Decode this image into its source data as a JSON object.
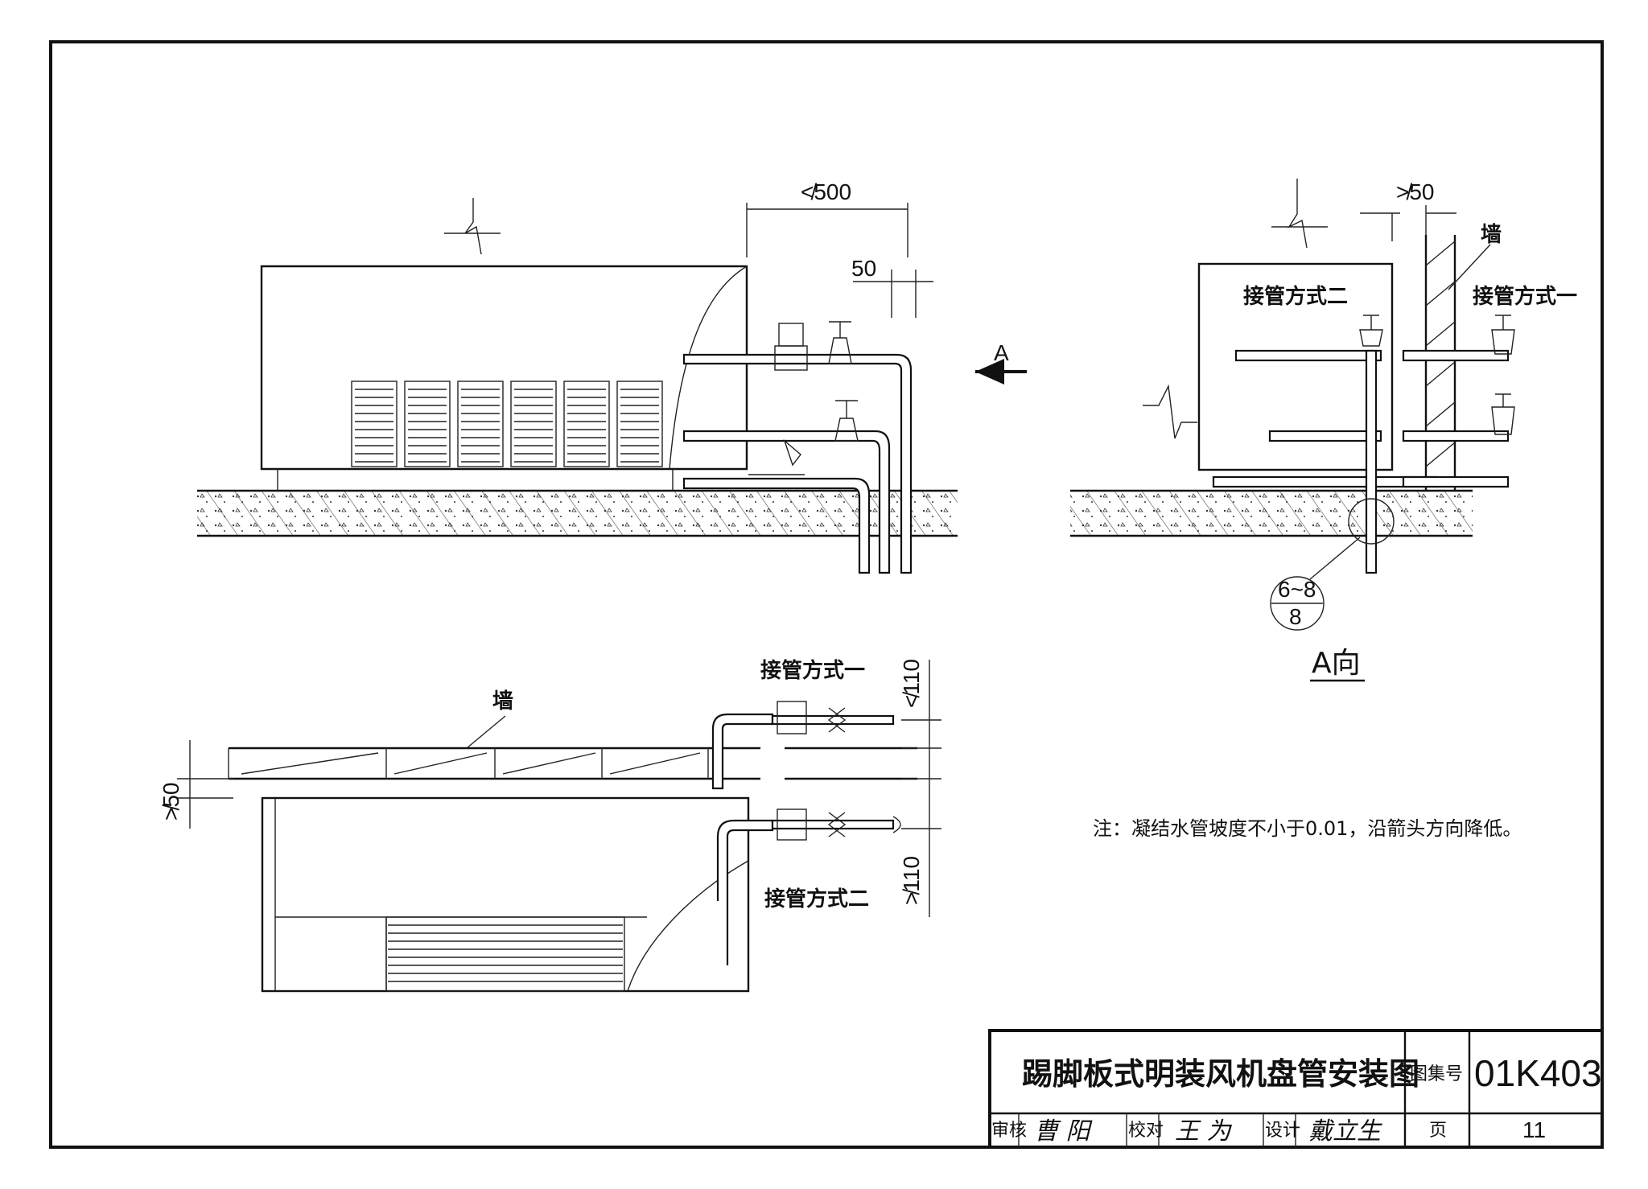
{
  "views": {
    "elevation": {
      "dim_max_500": "≮500",
      "dim_50": "50",
      "arrow_label": "A"
    },
    "side_view": {
      "dim_min_50": "≯50",
      "wall_label": "墙",
      "method_two_label": "接管方式二",
      "method_one_label": "接管方式一",
      "detail_top": "6~8",
      "detail_bottom": "8",
      "view_title": "A向"
    },
    "plan": {
      "wall_label": "墙",
      "method_one_label": "接管方式一",
      "method_two_label": "接管方式二",
      "dim_min_50": "≯50",
      "dim_max_110": "≮110",
      "dim_min_110": "≯110"
    }
  },
  "note": "注：凝结水管坡度不小于0.01，沿箭头方向降低。",
  "title_block": {
    "title": "踢脚板式明装风机盘管安装图",
    "atlas_label": "图集号",
    "atlas_code": "01K403",
    "review_label": "审核",
    "review_sig": "曹 阳",
    "check_label": "校对",
    "check_sig": "王 为",
    "design_label": "设计",
    "design_sig": "戴立生",
    "page_label": "页",
    "page_no": "11"
  }
}
